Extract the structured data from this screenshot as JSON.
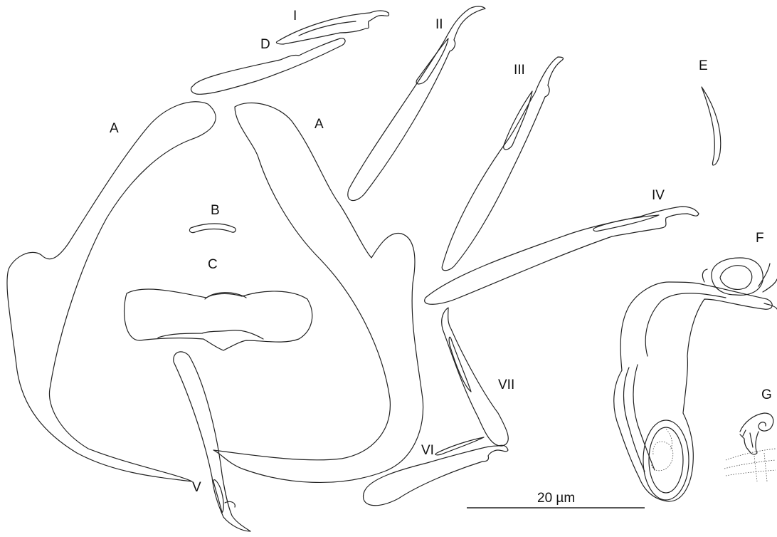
{
  "labels": {
    "a_left": "A",
    "a_right": "A",
    "b": "B",
    "c": "C",
    "d": "D",
    "e": "E",
    "f": "F",
    "g": "G",
    "hook_1": "I",
    "hook_2": "II",
    "hook_3": "III",
    "hook_4": "IV",
    "hook_5": "V",
    "hook_6": "VI",
    "hook_7": "VII"
  },
  "scale_bar": {
    "label": "20 µm",
    "length_um": 20
  }
}
